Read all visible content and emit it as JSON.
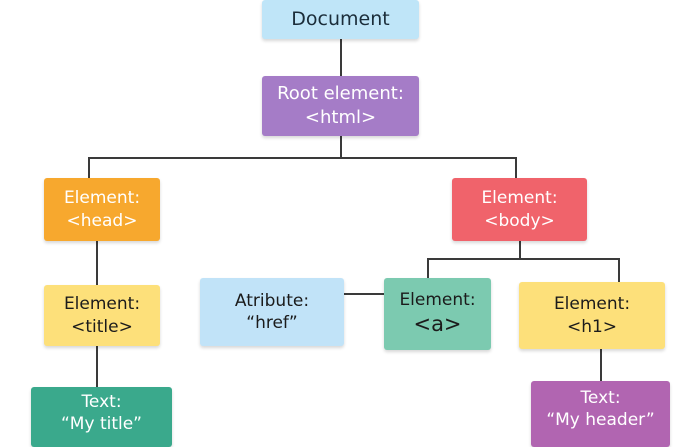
{
  "diagram": {
    "colors": {
      "connector": "#3a3a3a",
      "document": "#bfe5f8",
      "root": "#a57cc7",
      "head": "#f7a82e",
      "body": "#f0636b",
      "title": "#fde07a",
      "attribute": "#c1e3f8",
      "a": "#7ccab0",
      "h1": "#fde07a",
      "text_title": "#3aa98c",
      "text_header": "#b165b1"
    },
    "nodes": {
      "document": {
        "line1": "Document"
      },
      "root": {
        "line1": "Root element:",
        "line2": "<html>"
      },
      "head": {
        "line1": "Element:",
        "line2": "<head>"
      },
      "body": {
        "line1": "Element:",
        "line2": "<body>"
      },
      "title": {
        "line1": "Element:",
        "line2": "<title>"
      },
      "attribute": {
        "line1": "Atribute:",
        "line2": "“href”"
      },
      "a": {
        "line1": "Element:",
        "line2": "<a>"
      },
      "h1": {
        "line1": "Element:",
        "line2": "<h1>"
      },
      "text_title": {
        "line1": "Text:",
        "line2": "“My title”"
      },
      "text_header": {
        "line1": "Text:",
        "line2": "“My header”"
      }
    }
  }
}
